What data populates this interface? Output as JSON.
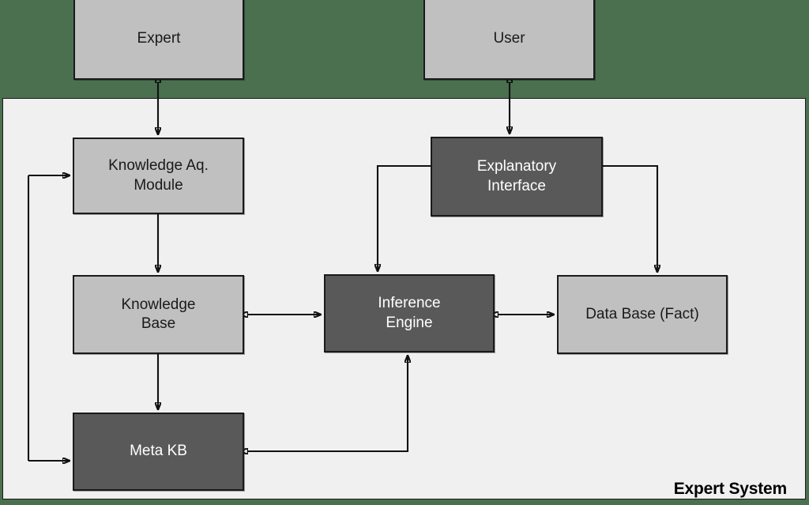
{
  "diagram": {
    "title": "Expert System",
    "background_color": "#4A7050",
    "panel_color": "#F0F0F0",
    "node_light_color": "#C0C0C0",
    "node_dark_color": "#595959",
    "edge_color": "#111111"
  },
  "external_nodes": [
    {
      "id": "expert",
      "label": "Expert",
      "style": "light"
    },
    {
      "id": "user",
      "label": "User",
      "style": "light"
    }
  ],
  "internal_nodes": [
    {
      "id": "knowledge-aq-module",
      "label": "Knowledge Aq.\nModule",
      "line1": "Knowledge Aq.",
      "line2": "Module",
      "style": "light"
    },
    {
      "id": "explanatory-interface",
      "label": "Explanatory\nInterface",
      "line1": "Explanatory",
      "line2": "Interface",
      "style": "dark"
    },
    {
      "id": "knowledge-base",
      "label": "Knowledge\nBase",
      "line1": "Knowledge",
      "line2": "Base",
      "style": "light"
    },
    {
      "id": "inference-engine",
      "label": "Inference\nEngine",
      "line1": "Inference",
      "line2": "Engine",
      "style": "dark"
    },
    {
      "id": "database-fact",
      "label": "Data Base (Fact)",
      "line1": "Data Base (Fact)",
      "line2": "",
      "style": "light"
    },
    {
      "id": "meta-kb",
      "label": "Meta KB",
      "line1": "Meta KB",
      "line2": "",
      "style": "dark"
    }
  ],
  "edges": [
    {
      "from": "expert",
      "to": "knowledge-aq-module",
      "direction": "bidirectional"
    },
    {
      "from": "user",
      "to": "explanatory-interface",
      "direction": "bidirectional"
    },
    {
      "from": "knowledge-aq-module",
      "to": "knowledge-base",
      "direction": "forward"
    },
    {
      "from": "knowledge-base",
      "to": "meta-kb",
      "direction": "forward"
    },
    {
      "from": "knowledge-base",
      "to": "inference-engine",
      "direction": "bidirectional"
    },
    {
      "from": "inference-engine",
      "to": "database-fact",
      "direction": "bidirectional"
    },
    {
      "from": "explanatory-interface",
      "to": "inference-engine",
      "direction": "forward"
    },
    {
      "from": "explanatory-interface",
      "to": "database-fact",
      "direction": "forward"
    },
    {
      "from": "meta-kb",
      "to": "inference-engine",
      "direction": "bidirectional"
    },
    {
      "from": "left-spine",
      "to": "knowledge-aq-module",
      "direction": "forward"
    },
    {
      "from": "left-spine",
      "to": "meta-kb",
      "direction": "forward"
    }
  ]
}
